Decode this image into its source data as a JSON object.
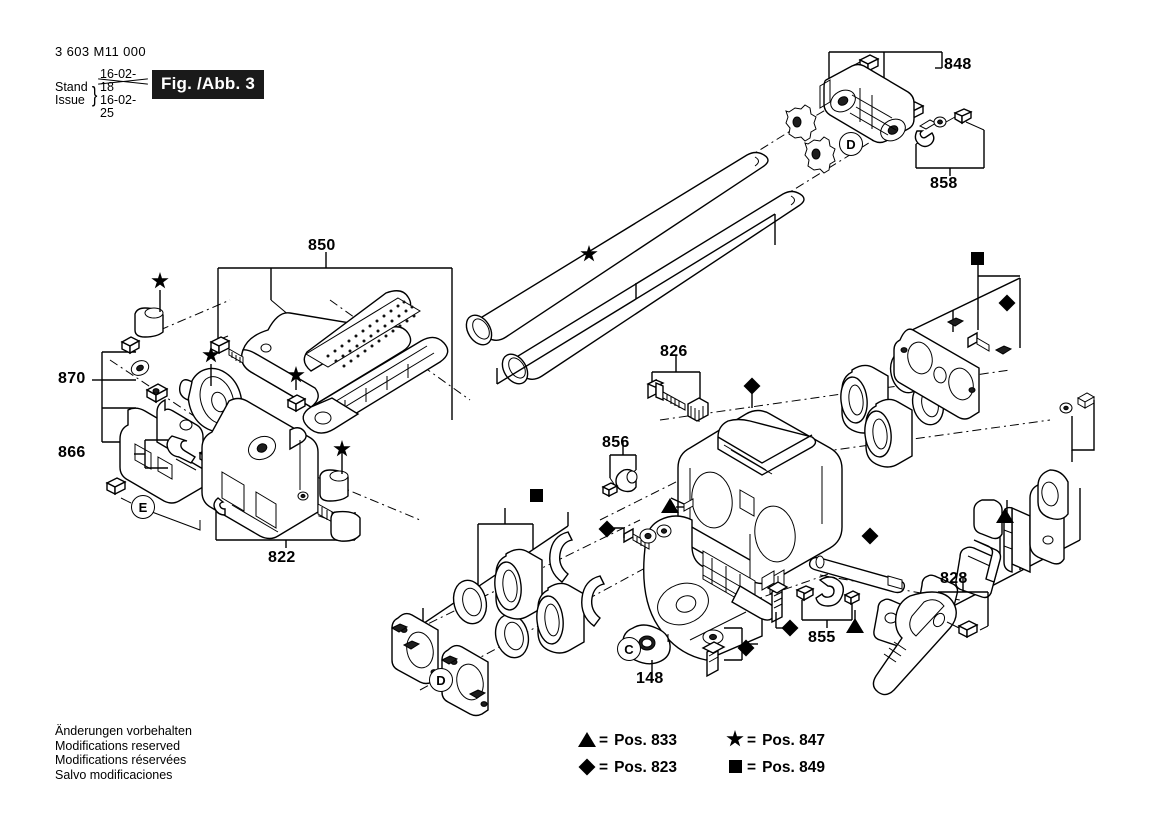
{
  "header": {
    "doc_number": "3 603 M11 000",
    "stand_label": "Stand",
    "issue_label": "Issue",
    "revision_superseded": "16-02-18",
    "revision_current": "16-02-25",
    "figure_badge": "Fig. /Abb. 3"
  },
  "callouts": [
    {
      "id": "848",
      "label": "848"
    },
    {
      "id": "858",
      "label": "858"
    },
    {
      "id": "850",
      "label": "850"
    },
    {
      "id": "870",
      "label": "870"
    },
    {
      "id": "866",
      "label": "866"
    },
    {
      "id": "822",
      "label": "822"
    },
    {
      "id": "826",
      "label": "826"
    },
    {
      "id": "856",
      "label": "856"
    },
    {
      "id": "148",
      "label": "148"
    },
    {
      "id": "855",
      "label": "855"
    },
    {
      "id": "828",
      "label": "828"
    }
  ],
  "reference_circles": [
    {
      "id": "D-top",
      "label": "D"
    },
    {
      "id": "E-left",
      "label": "E"
    },
    {
      "id": "D-bottom",
      "label": "D"
    },
    {
      "id": "C-bottom",
      "label": "C"
    }
  ],
  "legend": {
    "entries": [
      {
        "symbol": "triangle",
        "equals": "=",
        "text": "Pos. 833"
      },
      {
        "symbol": "diamond",
        "equals": "=",
        "text": "Pos. 823"
      },
      {
        "symbol": "star",
        "equals": "=",
        "text": "Pos. 847"
      },
      {
        "symbol": "square",
        "equals": "=",
        "text": "Pos. 849"
      }
    ]
  },
  "disclaimer": {
    "lines": [
      "Änderungen vorbehalten",
      "Modifications reserved",
      "Modifications réservées",
      "Salvo modificaciones"
    ]
  },
  "colors": {
    "ink": "#000000",
    "paper": "#ffffff",
    "badge_bg": "#1a1a1a",
    "badge_fg": "#ffffff"
  }
}
